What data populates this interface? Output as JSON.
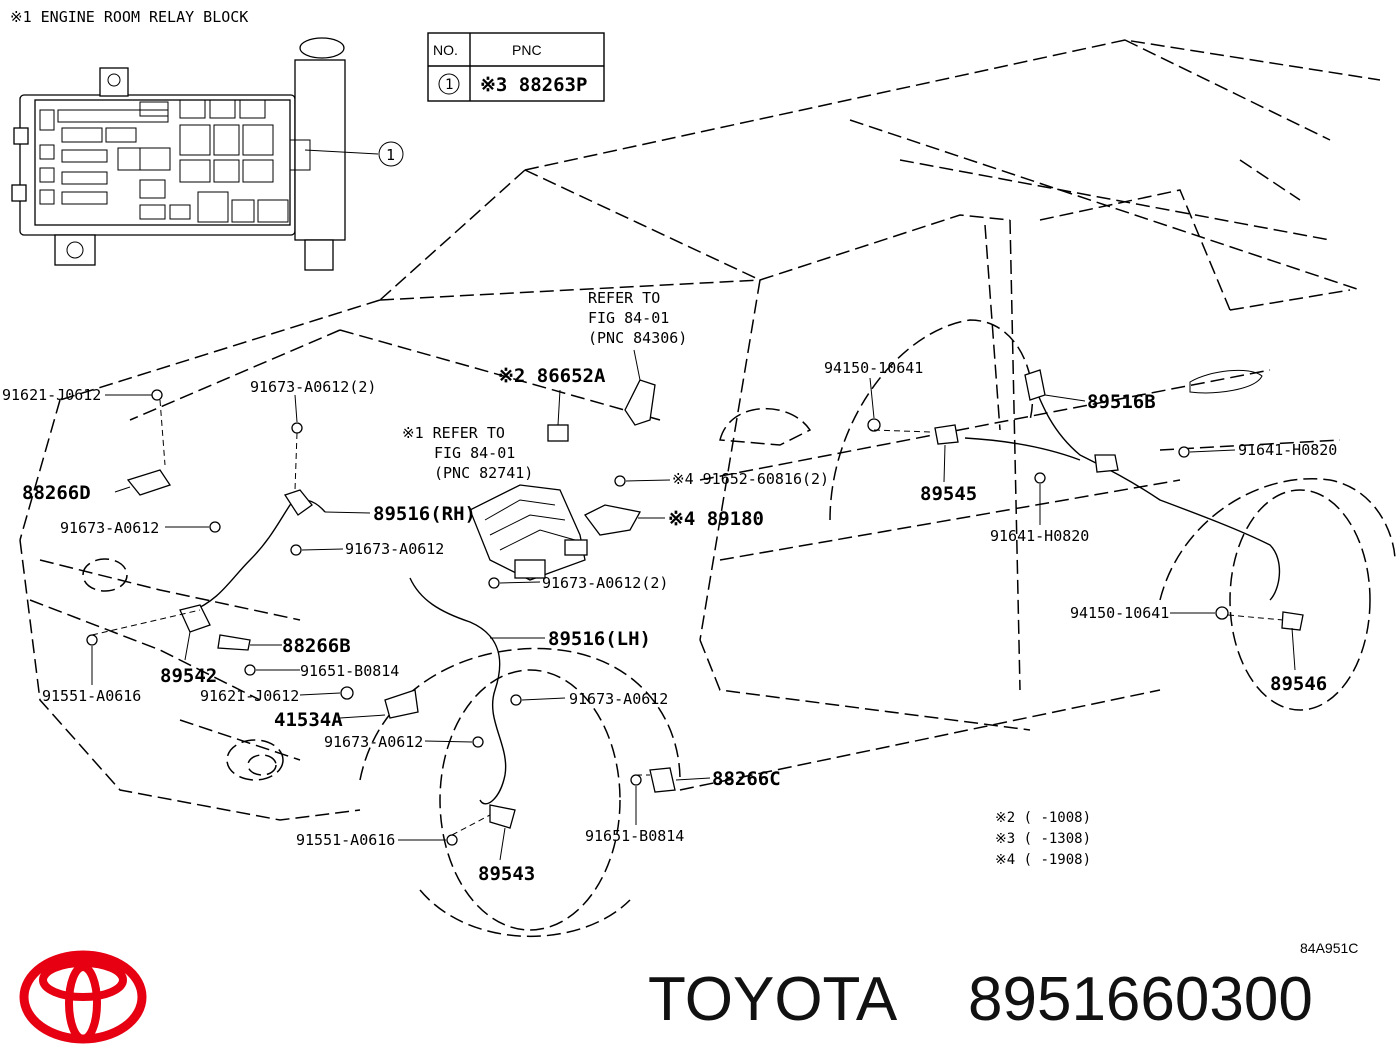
{
  "relay_block_title": "※1  ENGINE ROOM RELAY BLOCK",
  "pnc_table": {
    "header_no": "NO.",
    "header_pnc": "PNC",
    "row_no": "1",
    "row_pnc": "※3  88263P"
  },
  "relay_callout": "1",
  "refer_notes": {
    "note_84306": [
      "REFER TO",
      "FIG 84-01",
      "(PNC 84306)"
    ],
    "note_82741": [
      "※1 REFER TO",
      "FIG 84-01",
      "(PNC 82741)"
    ]
  },
  "part_labels": {
    "p_91621_j0612_top": "91621-J0612",
    "p_91673_a0612_2_top": "91673-A0612(2)",
    "p_86652a": "※2 86652A",
    "p_94150_10641_rear": "94150-10641",
    "p_89516b": "89516B",
    "p_91641_h0820_right": "91641-H0820",
    "p_91652_60816": "※4 91652-60816(2)",
    "p_88266d": "88266D",
    "p_89516rh": "89516(RH)",
    "p_89180": "※4 89180",
    "p_89545": "89545",
    "p_91673_a0612_left": "91673-A0612",
    "p_91673_a0612_mid": "91673-A0612",
    "p_91641_h0820_lower": "91641-H0820",
    "p_91673_a0612_2_lower": "91673-A0612(2)",
    "p_94150_10641_lower": "94150-10641",
    "p_88266b": "88266B",
    "p_89516lh": "89516(LH)",
    "p_91651_b0814_a": "91651-B0814",
    "p_89542": "89542",
    "p_89546": "89546",
    "p_91551_a0616_left": "91551-A0616",
    "p_91621_j0612_lower": "91621-J0612",
    "p_91673_a0612_right": "91673-A0612",
    "p_41534a": "41534A",
    "p_91673_a0612_bottom": "91673-A0612",
    "p_88266c": "88266C",
    "p_91551_a0616_bottom": "91551-A0616",
    "p_91651_b0814_b": "91651-B0814",
    "p_89543": "89543"
  },
  "notes": [
    "※2 (      -1008)",
    "※3 (      -1308)",
    "※4 (      -1908)"
  ],
  "diagram_code": "84A951C",
  "brand": "TOYOTA",
  "part_number": "8951660300",
  "colors": {
    "logo_red": "#e60012",
    "line": "#000000"
  }
}
